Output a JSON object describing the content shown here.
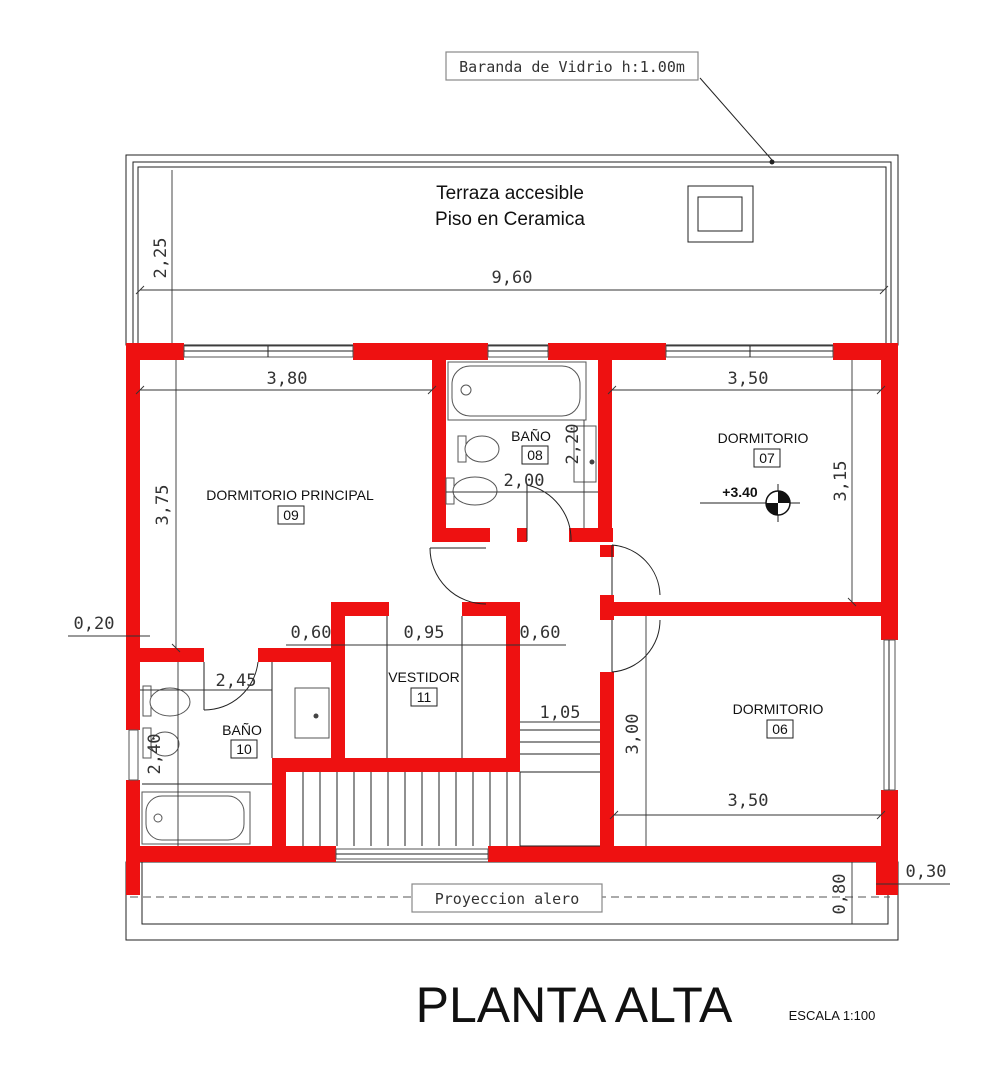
{
  "title": "PLANTA ALTA",
  "scale": "ESCALA 1:100",
  "railing_note": "Baranda de Vidrio h:1.00m",
  "terrace": {
    "line1": "Terraza accesible",
    "line2": "Piso en Ceramica"
  },
  "eave_note": "Proyeccion alero",
  "level_mark": "+3.40",
  "rooms": {
    "dormitorio_principal": {
      "name": "DORMITORIO PRINCIPAL",
      "number": "09"
    },
    "bano_08": {
      "name": "BAÑO",
      "number": "08"
    },
    "dormitorio_07": {
      "name": "DORMITORIO",
      "number": "07"
    },
    "dormitorio_06": {
      "name": "DORMITORIO",
      "number": "06"
    },
    "vestidor": {
      "name": "VESTIDOR",
      "number": "11"
    },
    "bano_10": {
      "name": "BAÑO",
      "number": "10"
    }
  },
  "dimensions": {
    "terrace_depth": "2,25",
    "terrace_width": "9,60",
    "dorm_principal_width": "3,80",
    "dorm_principal_depth": "3,75",
    "bano08_depth": "2,20",
    "bano08_width": "2,00",
    "dorm07_width": "3,50",
    "dorm07_depth": "3,15",
    "left_offset": "0,20",
    "vestidor_left": "0,60",
    "vestidor_mid": "0,95",
    "vestidor_right": "0,60",
    "bano10_width": "2,45",
    "bano10_depth": "2,40",
    "stair_width": "1,05",
    "dorm06_depth": "3,00",
    "dorm06_width": "3,50",
    "eave_offset": "0,30",
    "eave_depth": "0,80"
  }
}
